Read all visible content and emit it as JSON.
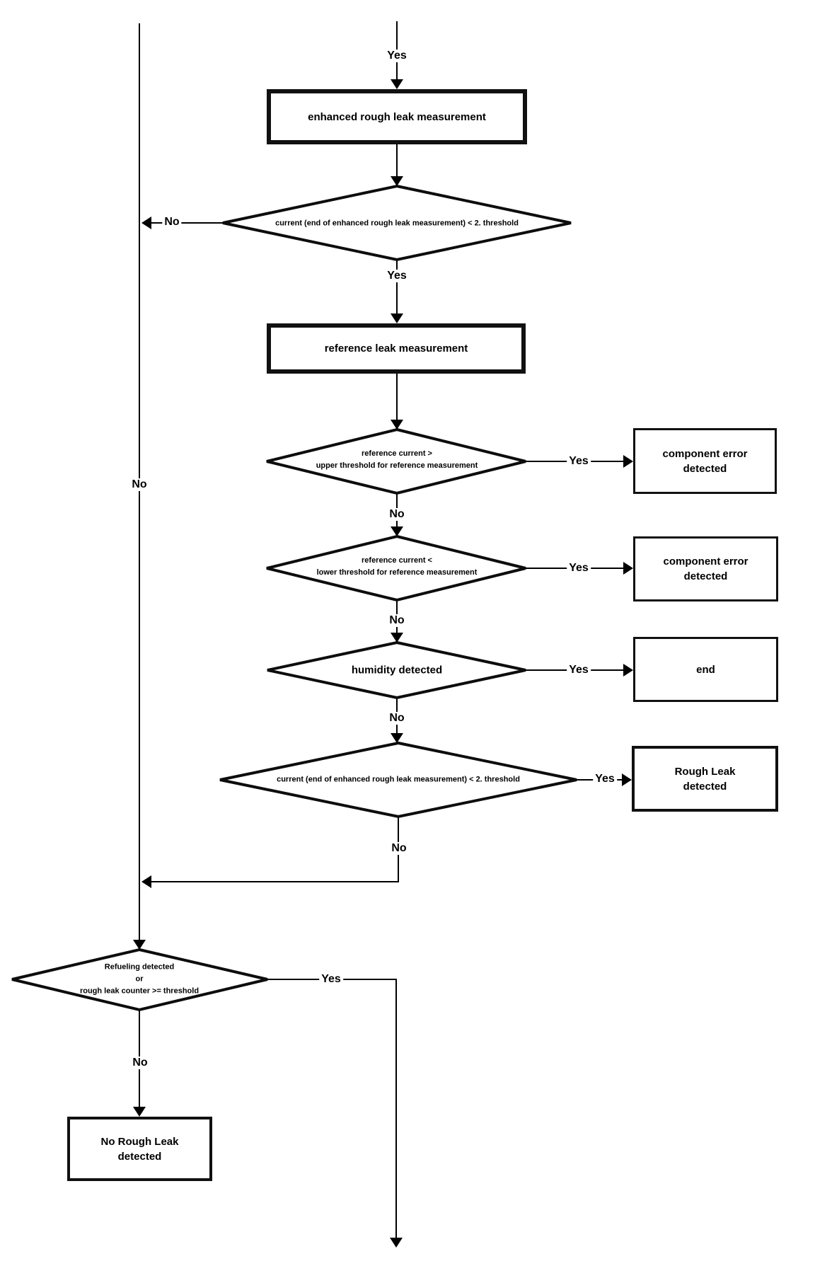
{
  "diagram": {
    "type": "flowchart",
    "background_color": "#ffffff",
    "line_color": "#000000",
    "labels": {
      "yes": "Yes",
      "no": "No"
    },
    "nodes": {
      "enhanced_rough_leak_measurement": {
        "shape": "process",
        "label": "enhanced rough leak measurement"
      },
      "decision_current_lt_threshold_1": {
        "shape": "decision",
        "label": "current (end of enhanced rough leak measurement) < 2. threshold"
      },
      "reference_leak_measurement": {
        "shape": "process",
        "label": "reference leak measurement"
      },
      "decision_ref_current_gt_upper": {
        "shape": "decision",
        "line1": "reference current >",
        "line2": "upper threshold for reference measurement"
      },
      "component_error_detected_1": {
        "shape": "box",
        "line1": "component error",
        "line2": "detected"
      },
      "decision_ref_current_lt_lower": {
        "shape": "decision",
        "line1": "reference current <",
        "line2": "lower threshold for reference measurement"
      },
      "component_error_detected_2": {
        "shape": "box",
        "line1": "component error",
        "line2": "detected"
      },
      "decision_humidity": {
        "shape": "decision",
        "label": "humidity detected"
      },
      "end": {
        "shape": "box",
        "label": "end"
      },
      "decision_current_lt_threshold_2": {
        "shape": "decision",
        "label": "current (end of enhanced rough leak measurement) < 2. threshold"
      },
      "rough_leak_detected": {
        "shape": "box",
        "line1": "Rough Leak",
        "line2": "detected"
      },
      "decision_refueling": {
        "shape": "decision",
        "line1": "Refueling detected",
        "line2": "or",
        "line3": "rough leak counter >= threshold"
      },
      "no_rough_leak_detected": {
        "shape": "box",
        "line1": "No Rough Leak",
        "line2": "detected"
      }
    }
  }
}
